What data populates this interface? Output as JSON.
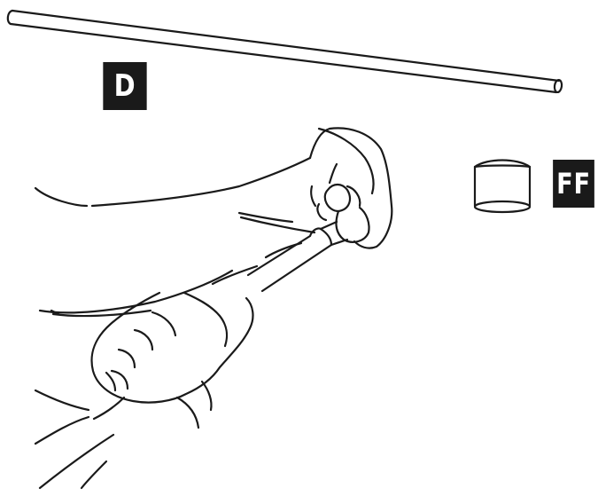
{
  "labels": {
    "rod": "D",
    "cap": "FF"
  },
  "icons": [
    "rod-illustration",
    "end-cap-illustration",
    "hands-assembly-illustration"
  ]
}
